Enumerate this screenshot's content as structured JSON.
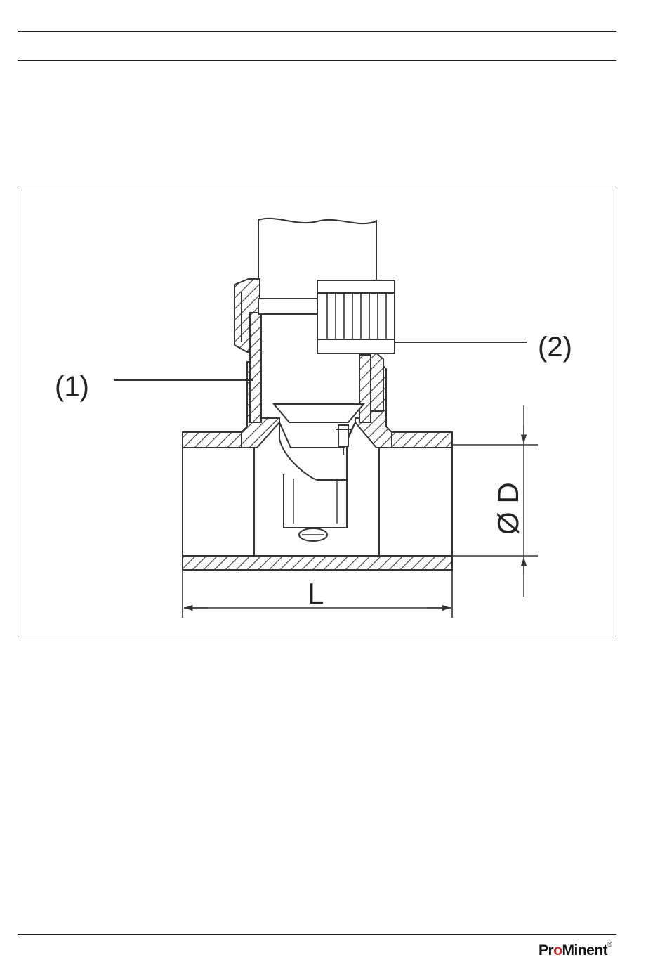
{
  "figure": {
    "callouts": {
      "one": "(1)",
      "two": "(2)"
    },
    "dimensions": {
      "length": "L",
      "diameter": "Ø D"
    }
  },
  "footer": {
    "logo_text": {
      "pr": "Pr",
      "o": "o",
      "minent": "Minent",
      "reg": "®"
    }
  }
}
